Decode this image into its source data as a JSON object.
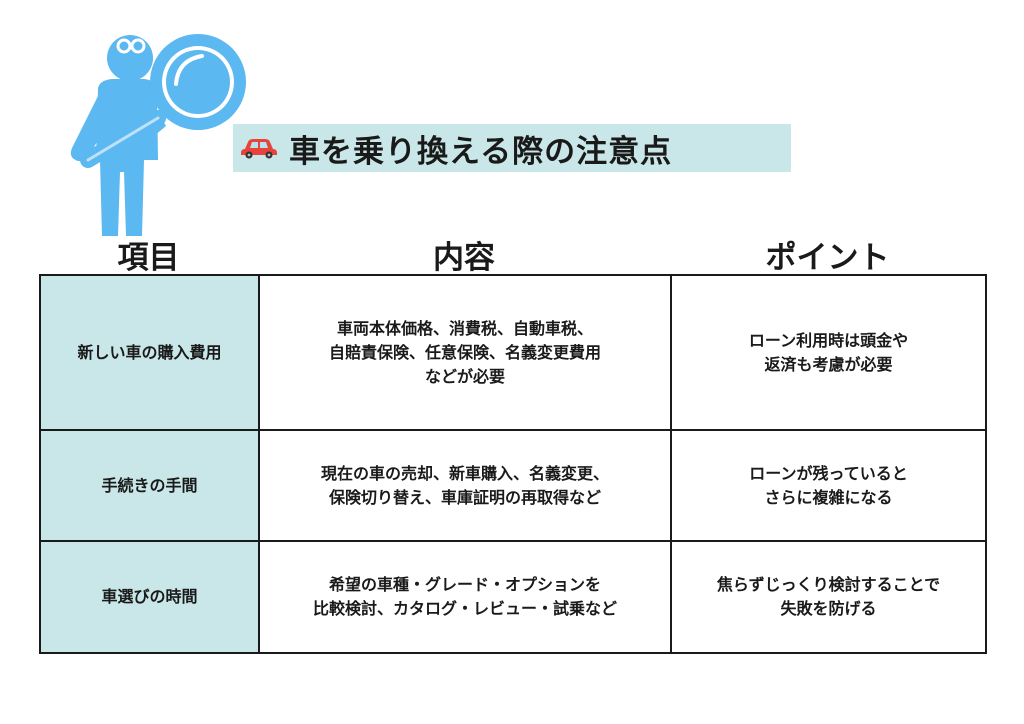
{
  "title": "車を乗り換える際の注意点",
  "icons": {
    "figure": "person-with-magnifier-icon",
    "car": "red-car-icon"
  },
  "colors": {
    "accent": "#c9e7e8",
    "figure": "#5bb8f0",
    "car": "#e8433b",
    "border": "#1a1a1a"
  },
  "headers": {
    "item": "項目",
    "content": "内容",
    "point": "ポイント"
  },
  "rows": [
    {
      "item": "新しい車の購入費用",
      "content": [
        "車両本体価格、消費税、自動車税、",
        "自賠責保険、任意保険、名義変更費用",
        "などが必要"
      ],
      "point": [
        "ローン利用時は頭金や",
        "返済も考慮が必要"
      ]
    },
    {
      "item": "手続きの手間",
      "content": [
        "現在の車の売却、新車購入、名義変更、",
        "保険切り替え、車庫証明の再取得など"
      ],
      "point": [
        "ローンが残っていると",
        "さらに複雑になる"
      ]
    },
    {
      "item": "車選びの時間",
      "content": [
        "希望の車種・グレード・オプションを",
        "比較検討、カタログ・レビュー・試乗など"
      ],
      "point": [
        "焦らずじっくり検討することで",
        "失敗を防げる"
      ]
    }
  ]
}
